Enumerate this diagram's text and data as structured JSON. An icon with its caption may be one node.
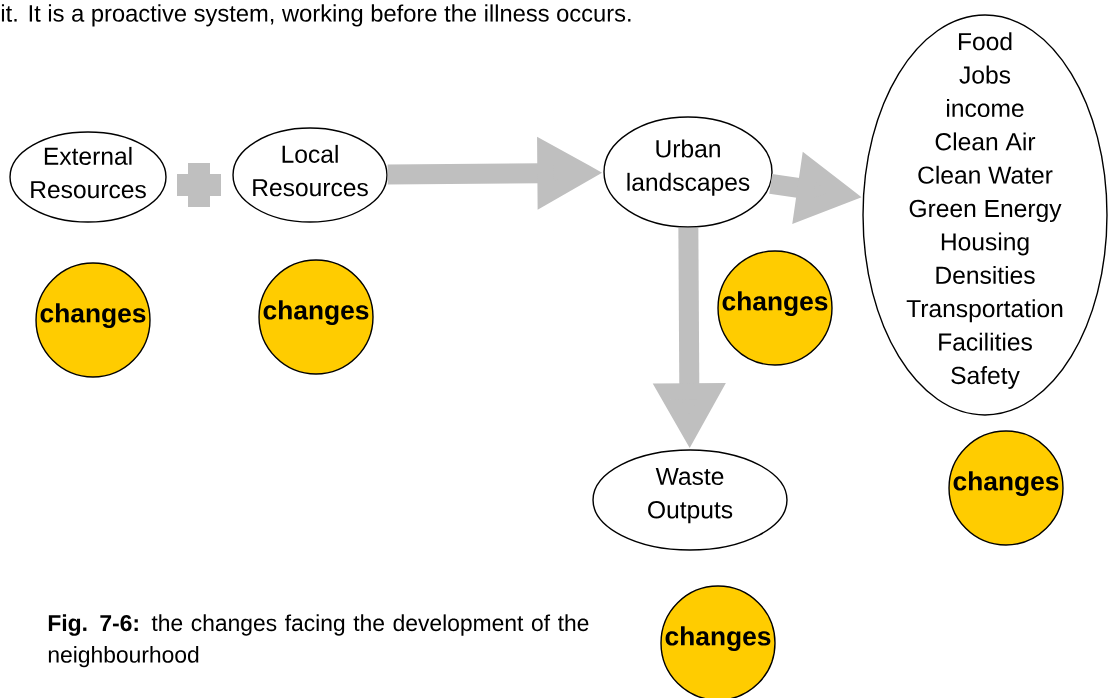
{
  "diagram": {
    "caption": "**Fig. 7-6:** the changes facing the development of the neighbourhood",
    "nodes": [
      {
        "text": [
          "External Resources"
        ]
      },
      {
        "text": [
          "Local Resources"
        ]
      },
      {
        "text": [
          "Urban landscapes"
        ]
      },
      {
        "text": [
          "Food",
          "Jobs",
          "income",
          "Clean Air",
          "Clean Water",
          "Green Energy",
          "Housing",
          "Densities",
          "Transportation",
          "Facilities",
          "Safety"
        ]
      },
      {
        "text": [
          "changes"
        ]
      },
      {
        "text": [
          "changes"
        ]
      },
      {
        "text": [
          "changes"
        ]
      },
      {
        "text": [
          "Waste Outputs"
        ]
      },
      {
        "text": [
          "changes"
        ]
      },
      {
        "text": [
          "changes"
        ]
      }
    ],
    "edges": [
      {
        "from": 1,
        "to": 2,
        "arrow": "to"
      },
      {
        "from": 2,
        "to": 3,
        "arrow": "to"
      },
      {
        "from": 2,
        "to": 7,
        "arrow": "to"
      }
    ],
    "labels": [
      "it. It is a proactive system, working before the illness occurs."
    ]
  }
}
